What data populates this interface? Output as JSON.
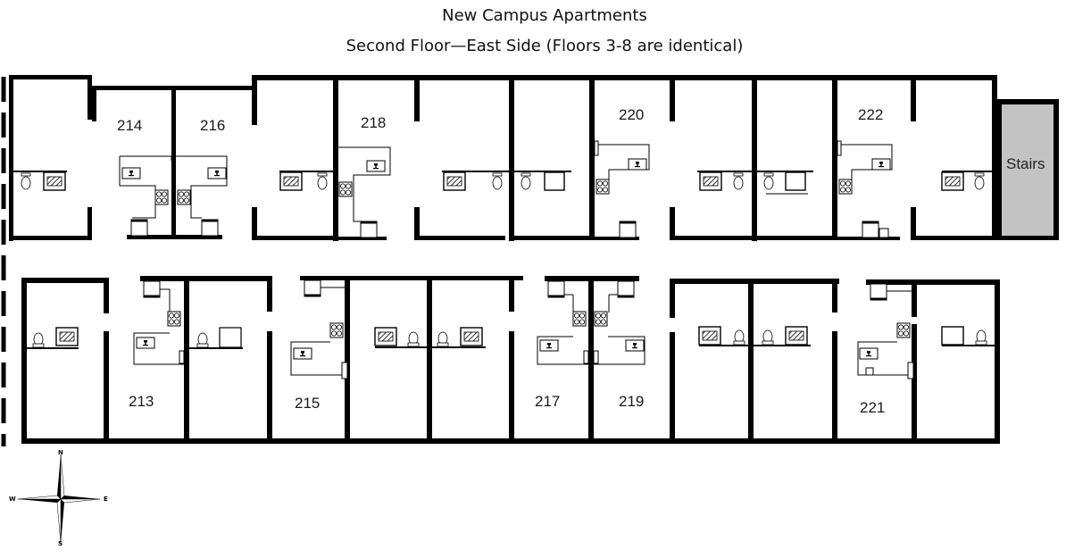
{
  "header": {
    "title": "New Campus Apartments",
    "subtitle": "Second Floor—East Side (Floors 3-8 are identical)"
  },
  "floor_plan": {
    "north_row_rooms": [
      {
        "number": "214"
      },
      {
        "number": "216"
      },
      {
        "number": "218"
      },
      {
        "number": "220"
      },
      {
        "number": "222"
      }
    ],
    "south_row_rooms": [
      {
        "number": "213"
      },
      {
        "number": "215"
      },
      {
        "number": "217"
      },
      {
        "number": "219"
      },
      {
        "number": "221"
      }
    ],
    "stairs_label": "Stairs",
    "colors": {
      "wall": "#000000",
      "stairs_fill": "#c3c3c3",
      "room_number_text": "#1a1a1a"
    }
  },
  "compass": {
    "north": "N",
    "south": "S",
    "east": "E",
    "west": "W",
    "icon": "compass-rose-icon"
  }
}
